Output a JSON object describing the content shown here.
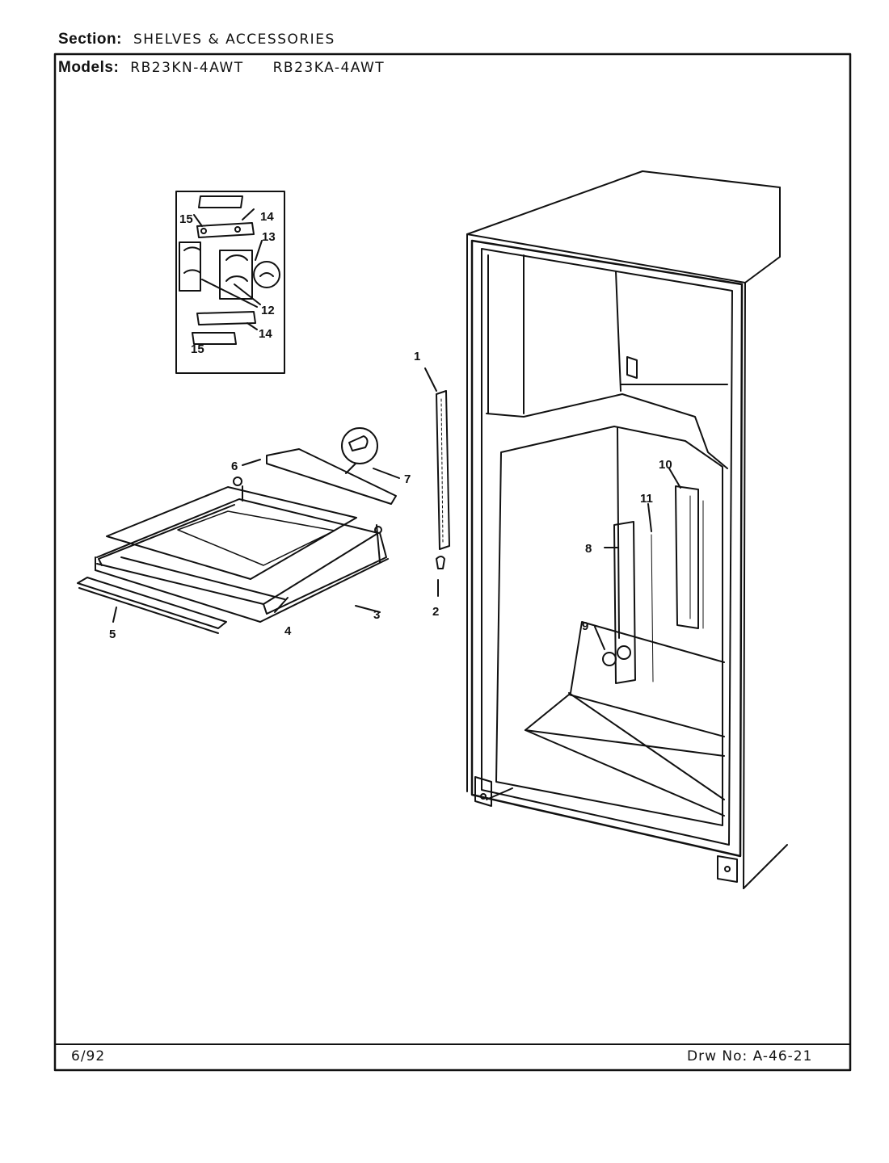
{
  "header": {
    "section_label": "Section:",
    "section_value": "SHELVES & ACCESSORIES",
    "models_label": "Models:",
    "models": [
      "RB23KN-4AWT",
      "RB23KA-4AWT"
    ]
  },
  "footer": {
    "date": "6/92",
    "drawing_no": "Drw No: A-46-21"
  },
  "callouts": {
    "c1": "1",
    "c2": "2",
    "c3": "3",
    "c4": "4",
    "c5": "5",
    "c6": "6",
    "c7": "7",
    "c8": "8",
    "c9": "9",
    "c10": "10",
    "c11": "11",
    "c12": "12",
    "c13": "13",
    "c14a": "14",
    "c14b": "14",
    "c15a": "15",
    "c15b": "15"
  }
}
